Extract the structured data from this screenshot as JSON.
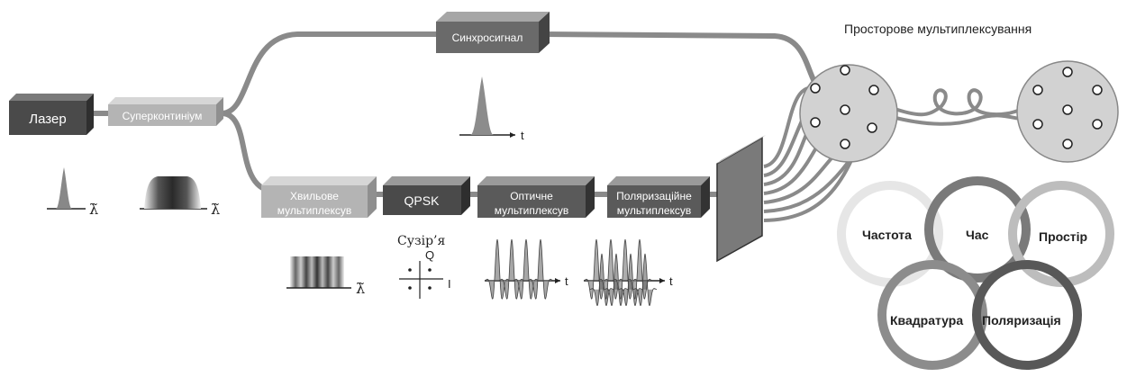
{
  "blocks": {
    "laser": "Лазер",
    "supercontinuum": "Суперконтиніум",
    "sync": "Синхросигнал",
    "wdm": [
      "Хвильове",
      "мультиплексув"
    ],
    "qpsk": "QPSK",
    "otdm": [
      "Оптичне",
      "мультиплексув"
    ],
    "pdm": [
      "Поляризаційне",
      "мультиплексув"
    ]
  },
  "labels": {
    "spatial_title": "Просторове мультиплексування",
    "constellation_title": "Сузір’я",
    "axis_q": "Q",
    "axis_i": "I",
    "axis_t": "t",
    "axis_lambda": "λ̃"
  },
  "venn": {
    "frequency": "Частота",
    "time": "Час",
    "space": "Простір",
    "quadrature": "Квадратура",
    "polarization": "Поляризація"
  },
  "colors": {
    "fiber": "#8a8a8a",
    "laser": "#4a4a4a",
    "light_box": "#b4b4b4",
    "dark_box": "#5a5a5a",
    "circle_freq": "#e6e6e6",
    "circle_time": "#7a7a7a",
    "circle_space": "#bdbdbd",
    "circle_quad": "#8c8c8c",
    "circle_pol": "#585858"
  }
}
